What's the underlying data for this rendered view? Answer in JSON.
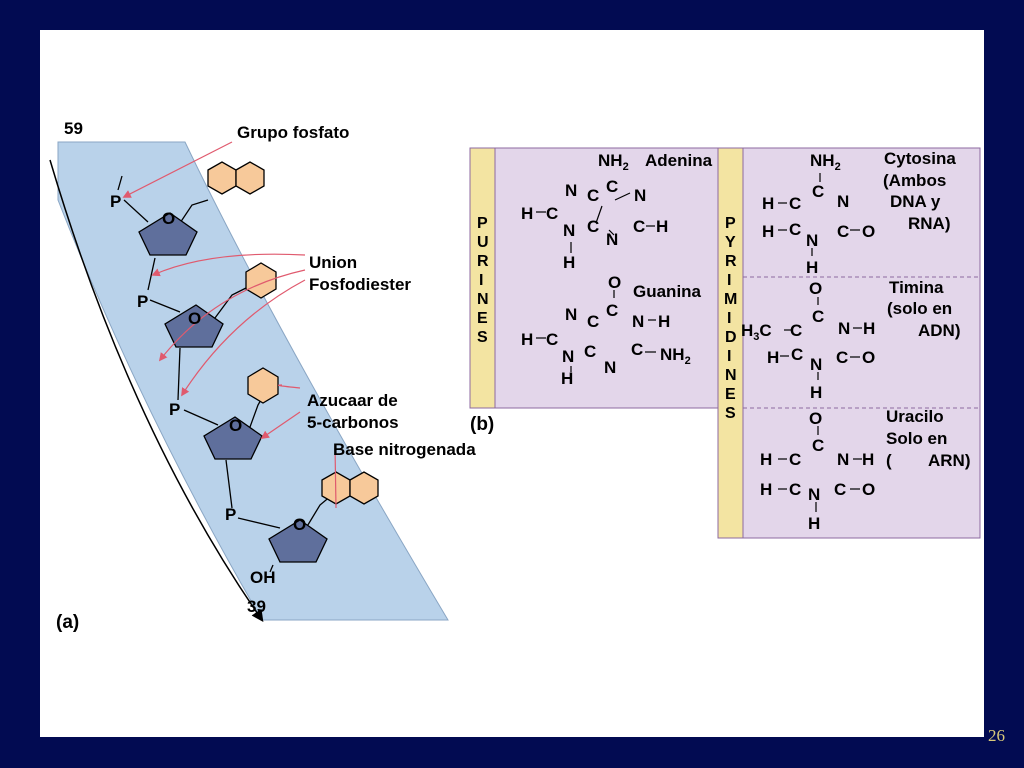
{
  "slide_number": "26",
  "panel_a": {
    "label": "(a)",
    "end_5": "59",
    "end_3": "39",
    "oh": "OH",
    "phosphate_symbol": "P",
    "ring_oxygen": "O",
    "labels": {
      "phosphate_group": "Grupo fosfato",
      "bond_line1": "Union",
      "bond_line2": "Fosfodiester",
      "sugar_line1": "Azucaar de",
      "sugar_line2": "5-carbonos",
      "base": "Base nitrogenada"
    }
  },
  "panel_b": {
    "label": "(b)",
    "purines_column": [
      "P",
      "U",
      "R",
      "I",
      "N",
      "E",
      "S"
    ],
    "pyrimidines_column": [
      "P",
      "Y",
      "R",
      "I",
      "M",
      "I",
      "D",
      "I",
      "N",
      "E",
      "S"
    ],
    "adenine": {
      "name": "Adenina"
    },
    "guanine": {
      "name": "Guanina"
    },
    "cytosine": {
      "name": "Cytosina",
      "note1": "(Ambos",
      "note2": "DNA y",
      "note3": "RNA)"
    },
    "thymine": {
      "name": "Timina",
      "note1": "(solo en",
      "note2": "ADN)"
    },
    "uracil": {
      "name": "Uracilo",
      "note1": "Solo en",
      "note2": "(",
      "note3": "ARN)"
    }
  },
  "colors": {
    "background": "#020b52",
    "backbone": "#b9d2ea",
    "sugar": "#5f6f9c",
    "base": "#f7c99a",
    "bond_arrow": "#e05a6e",
    "panel": "#e3d6ea",
    "column_strip": "#f3e4a2",
    "slide_number": "#d9c97a"
  }
}
